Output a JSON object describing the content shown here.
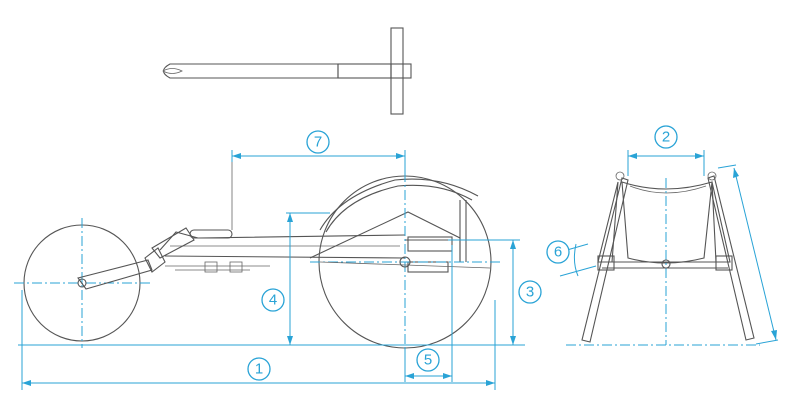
{
  "colors": {
    "dimension": "#29a3d6",
    "outline": "#555555",
    "background": "#ffffff"
  },
  "dimension_labels": {
    "d1": "1",
    "d2": "2",
    "d3": "3",
    "d4": "4",
    "d5": "5",
    "d6": "6",
    "d7": "7"
  }
}
